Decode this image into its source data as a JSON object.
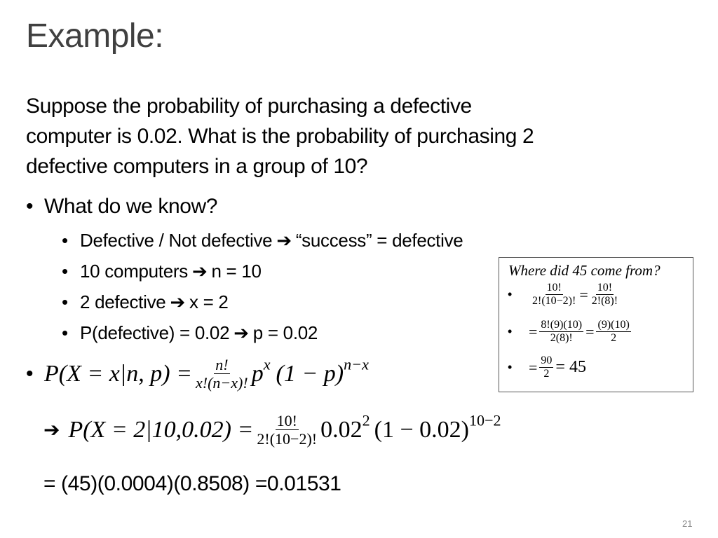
{
  "title": "Example:",
  "intro": [
    "Suppose the probability of purchasing a defective",
    "computer is 0.02.  What is the probability of purchasing 2",
    "defective computers in a group of 10?"
  ],
  "bullet_know": "What do we know?",
  "sub_bullets": [
    {
      "left": "Defective / Not defective",
      "right": "“success” = defective"
    },
    {
      "left": "10 computers",
      "right": "n = 10"
    },
    {
      "left": "2 defective",
      "right": "x = 2"
    },
    {
      "left": "P(defective) = 0.02",
      "right": "p = 0.02"
    }
  ],
  "arrow_icon": "heavy-right-arrow-icon",
  "formula_general": {
    "lhs": "P(X = x|n, p) =",
    "num": "n!",
    "den": "x!(n−x)!",
    "rest_base1": "p",
    "rest_exp1": "x",
    "rest_base2": "(1 − p)",
    "rest_exp2": "n−x"
  },
  "formula_specific": {
    "lhs": "P(X = 2|10,0.02) =",
    "num": "10!",
    "den": "2!(10−2)!",
    "base1": "0.02",
    "exp1": "2",
    "base2": "(1 − 0.02)",
    "exp2": "10−2"
  },
  "result": "= (45)(0.0004)(0.8508) =0.01531",
  "box": {
    "heading": "Where did 45 come from?",
    "row1": {
      "n1": "10!",
      "d1": "2!(10−2)!",
      "eq": "=",
      "n2": "10!",
      "d2": "2!(8)!"
    },
    "row2": {
      "eq1": "=",
      "n1": "8!(9)(10)",
      "d1": "2(8)!",
      "eq2": "=",
      "n2": "(9)(10)",
      "d2": "2"
    },
    "row3": {
      "eq1": "=",
      "n1": "90",
      "d1": "2",
      "tail": "= 45"
    }
  },
  "bullet_char": "•",
  "page_number": "21"
}
